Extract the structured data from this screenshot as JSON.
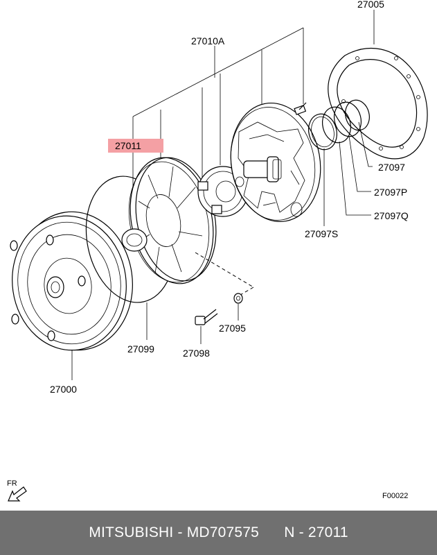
{
  "labels": {
    "p27005": "27005",
    "p27010a": "27010A",
    "p27011": "27011",
    "p27097": "27097",
    "p27097p": "27097P",
    "p27097q": "27097Q",
    "p27097s": "27097S",
    "p27095": "27095",
    "p27099": "27099",
    "p27098": "27098",
    "p27000": "27000",
    "fr": "FR",
    "fig_code": "F00022"
  },
  "colors": {
    "highlight": "#f4a0a4",
    "footer_bg": "#707070"
  },
  "footer": {
    "text": "MITSUBISHI - MD707575      N - 27011"
  }
}
